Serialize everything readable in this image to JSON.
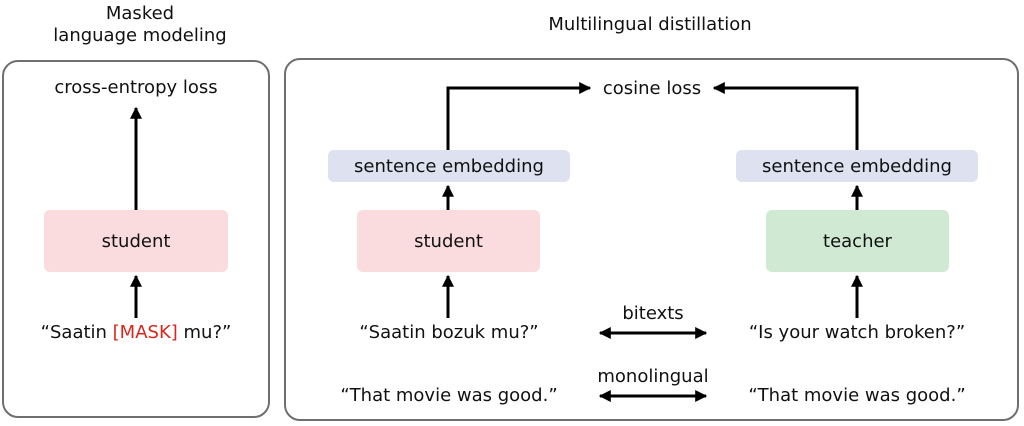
{
  "left": {
    "title_line1": "Masked",
    "title_line2": "language modeling",
    "loss": "cross-entropy loss",
    "model": "student",
    "input_prefix": "“Saatin ",
    "input_mask": "[MASK]",
    "input_suffix": " mu?”"
  },
  "right": {
    "title": "Multilingual distillation",
    "loss": "cosine loss",
    "student_embedding": "sentence embedding",
    "teacher_embedding": "sentence embedding",
    "student_model": "student",
    "teacher_model": "teacher",
    "bitexts_label": "bitexts",
    "monolingual_label": "monolingual",
    "bitext_source": "“Saatin bozuk mu?”",
    "bitext_target": "“Is your watch broken?”",
    "mono_source": "“That movie was good.”",
    "mono_target": "“That movie was good.”"
  },
  "colors": {
    "student": "#fadbde",
    "teacher": "#cfe9d2",
    "embedding": "#dde1f0",
    "mask_text": "#d9261c",
    "panel_border": "#6f6f6f"
  }
}
